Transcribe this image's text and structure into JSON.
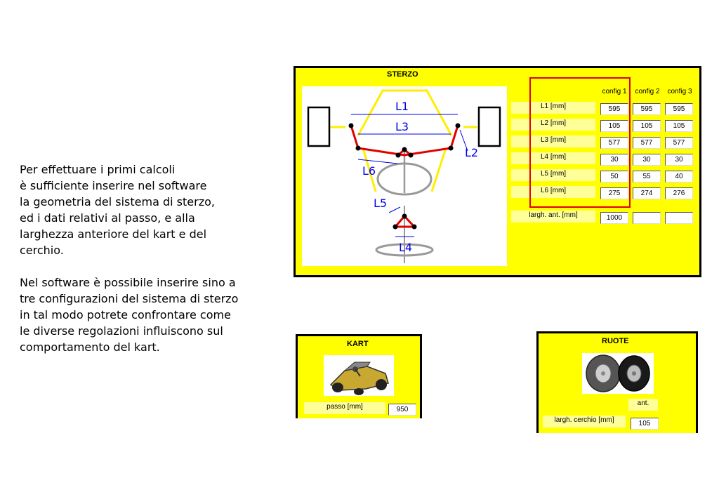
{
  "intro": {
    "paragraph1": "Per effettuare i primi calcoli\nè sufficiente inserire nel software\nla geometria del sistema di sterzo,\ned i dati relativi al passo, e alla\nlarghezza anteriore del kart e del\ncerchio.",
    "paragraph2": "Nel software è possibile inserire sino a\ntre configurazioni del sistema di sterzo\nin tal modo potrete confrontare come\nle diverse regolazioni influiscono sul\ncomportamento del kart."
  },
  "sterzo": {
    "title": "STERZO",
    "diagram_labels": {
      "L1": "L1",
      "L2": "L2",
      "L3": "L3",
      "L4": "L4",
      "L5": "L5",
      "L6": "L6"
    },
    "columns": [
      "config 1",
      "config 2",
      "config 3"
    ],
    "rows": [
      {
        "label": "L1 [mm]",
        "values": [
          "595",
          "595",
          "595"
        ]
      },
      {
        "label": "L2 [mm]",
        "values": [
          "105",
          "105",
          "105"
        ]
      },
      {
        "label": "L3 [mm]",
        "values": [
          "577",
          "577",
          "577"
        ]
      },
      {
        "label": "L4 [mm]",
        "values": [
          "30",
          "30",
          "30"
        ]
      },
      {
        "label": "L5 [mm]",
        "values": [
          "50",
          "55",
          "40"
        ]
      },
      {
        "label": "L6 [mm]",
        "values": [
          "275",
          "274",
          "276"
        ]
      }
    ],
    "front_width": {
      "label": "largh. ant. [mm]",
      "values": [
        "1000",
        "",
        ""
      ]
    }
  },
  "kart": {
    "title": "KART",
    "passo": {
      "label": "passo [mm]",
      "value": "950"
    }
  },
  "ruote": {
    "title": "RUOTE",
    "column": "ant.",
    "cerchio": {
      "label": "largh. cerchio [mm]",
      "value": "105"
    }
  },
  "colors": {
    "panel": "#ffff00",
    "label_bg": "#ffff99",
    "highlight": "#e00000",
    "dimension": "#0000ee"
  }
}
